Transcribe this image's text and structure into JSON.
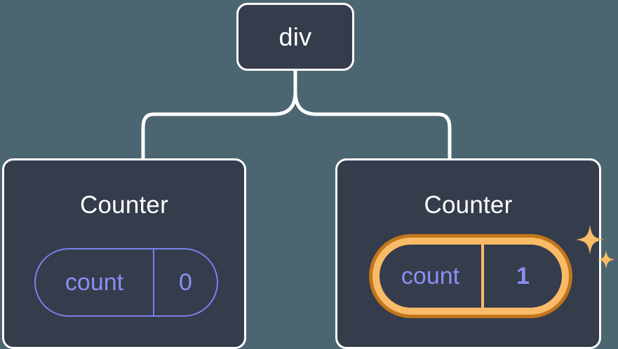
{
  "diagram": {
    "type": "component-tree",
    "background_color": "#4c6671",
    "node_fill_color": "#353c4b",
    "node_border_color": "#ffffff",
    "connector_color": "#ffffff",
    "state_color": "#8b8ef3",
    "highlight_outer_color": "#c2761a",
    "highlight_inner_color": "#f9bb67",
    "sparkle_color": "#f9bb67"
  },
  "root": {
    "label": "div"
  },
  "children": [
    {
      "title": "Counter",
      "state": {
        "key": "count",
        "value": "0"
      },
      "highlighted": false
    },
    {
      "title": "Counter",
      "state": {
        "key": "count",
        "value": "1"
      },
      "highlighted": true,
      "sparkle_count": 2
    }
  ]
}
